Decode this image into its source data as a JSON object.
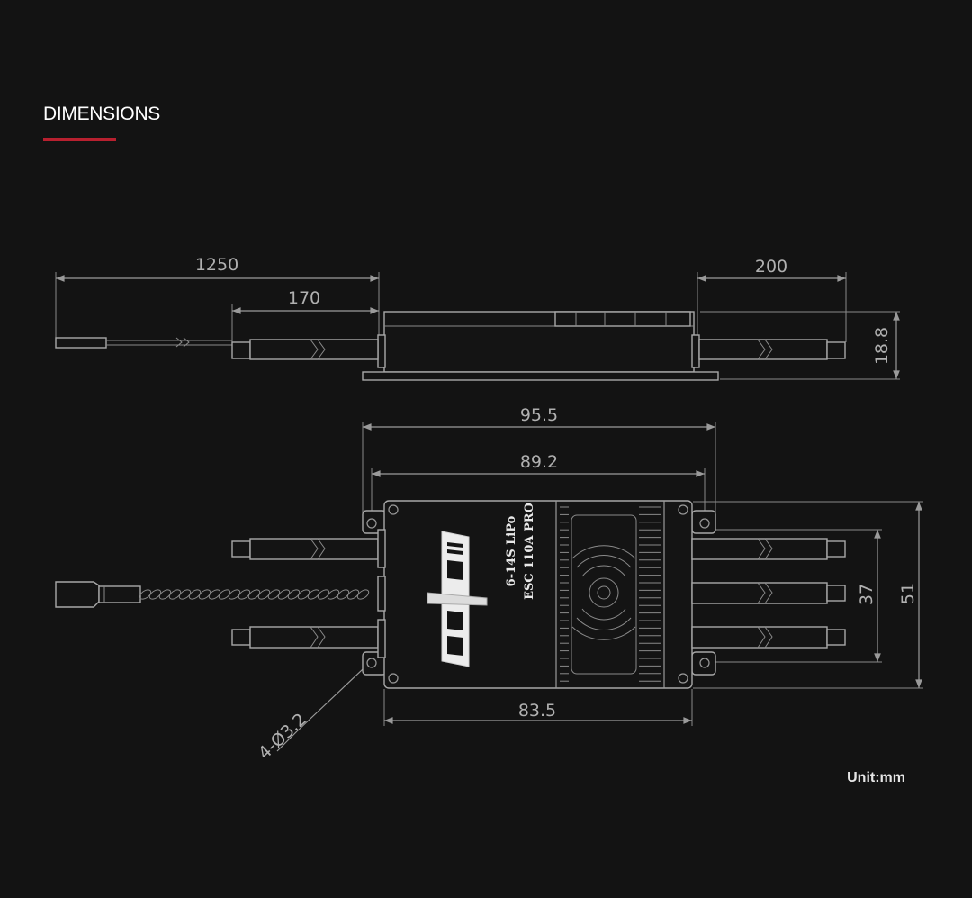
{
  "title": "DIMENSIONS",
  "accent_color": "#b8202f",
  "unit_label": "Unit:mm",
  "side_view": {
    "dims": {
      "cable_total": "1250",
      "cable_sleeve": "170",
      "motor_lead": "200",
      "height": "18.8"
    }
  },
  "top_view": {
    "dims": {
      "mount_width": "95.5",
      "hole_spacing_x": "89.2",
      "body_length": "83.5",
      "hole_spacing_y": "37",
      "body_width": "51",
      "mount_holes": "4-Ø3.2"
    },
    "product_label_line1": "6-14S LiPo",
    "product_label_line2": "ESC 110A PRO"
  }
}
